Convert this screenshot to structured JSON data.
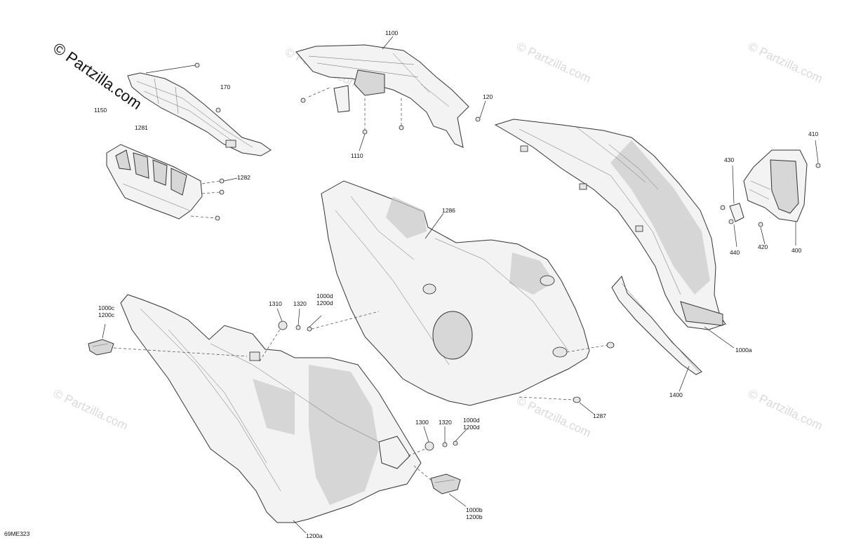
{
  "watermark": {
    "main": "© Partzilla.com",
    "tile": "© Partzilla.com"
  },
  "diagram_code": "69ME323",
  "labels": {
    "l1100": "1100",
    "l1110": "1110",
    "l120": "120",
    "l170": "170",
    "l1150": "1150",
    "l1281": "1281",
    "l1282": "1282",
    "l1286": "1286",
    "l410": "410",
    "l430": "430",
    "l440": "440",
    "l420": "420",
    "l400": "400",
    "l1000c": "1000c",
    "l1200c": "1200c",
    "l1310": "1310",
    "l1320a": "1320",
    "l1000d_a": "1000d",
    "l1200d_a": "1200d",
    "l1300": "1300",
    "l1320b": "1320",
    "l1000d_b": "1000d",
    "l1200d_b": "1200d",
    "l1287": "1287",
    "l1400": "1400",
    "l1000a": "1000a",
    "l1000b": "1000b",
    "l1200b": "1200b",
    "l1200a": "1200a"
  }
}
